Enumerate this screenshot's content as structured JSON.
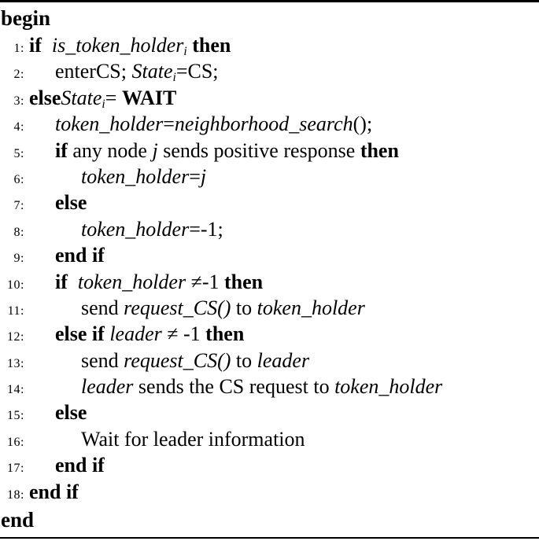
{
  "colors": {
    "background": "#ffffff",
    "text": "#000000",
    "rule": "#000000"
  },
  "algorithm": {
    "begin_label": "begin",
    "end_label": "end",
    "lines": [
      {
        "number": "1:",
        "indent": 1,
        "segments": [
          {
            "text": "if",
            "style": "b"
          },
          {
            "text": "  ",
            "style": "r"
          },
          {
            "text": "is_token_holder",
            "style": "i"
          },
          {
            "text": "i",
            "style": "sub"
          },
          {
            "text": " ",
            "style": "r"
          },
          {
            "text": "then",
            "style": "b"
          }
        ]
      },
      {
        "number": "2:",
        "indent": 2,
        "segments": [
          {
            "text": "enterCS; ",
            "style": "r"
          },
          {
            "text": "State",
            "style": "i"
          },
          {
            "text": "i",
            "style": "sub"
          },
          {
            "text": "=CS;",
            "style": "r"
          }
        ]
      },
      {
        "number": "3:",
        "indent": 1,
        "segments": [
          {
            "text": "else",
            "style": "b"
          },
          {
            "text": "State",
            "style": "i"
          },
          {
            "text": "i",
            "style": "sub"
          },
          {
            "text": "= ",
            "style": "r"
          },
          {
            "text": "WAIT",
            "style": "b"
          }
        ]
      },
      {
        "number": "4:",
        "indent": 2,
        "segments": [
          {
            "text": "token_holder",
            "style": "i"
          },
          {
            "text": "=",
            "style": "r"
          },
          {
            "text": "neighborhood_search",
            "style": "i"
          },
          {
            "text": "();",
            "style": "r"
          }
        ]
      },
      {
        "number": "5:",
        "indent": 2,
        "segments": [
          {
            "text": "if",
            "style": "b"
          },
          {
            "text": " any node ",
            "style": "r"
          },
          {
            "text": "j",
            "style": "i"
          },
          {
            "text": " sends positive response ",
            "style": "r"
          },
          {
            "text": "then",
            "style": "b"
          }
        ]
      },
      {
        "number": "6:",
        "indent": 3,
        "segments": [
          {
            "text": "token_holder",
            "style": "i"
          },
          {
            "text": "=",
            "style": "r"
          },
          {
            "text": "j",
            "style": "i"
          }
        ]
      },
      {
        "number": "7:",
        "indent": 2,
        "segments": [
          {
            "text": "else",
            "style": "b"
          }
        ]
      },
      {
        "number": "8:",
        "indent": 3,
        "segments": [
          {
            "text": "token_holder",
            "style": "i"
          },
          {
            "text": "=-1;",
            "style": "r"
          }
        ]
      },
      {
        "number": "9:",
        "indent": 2,
        "segments": [
          {
            "text": "end if",
            "style": "b"
          }
        ]
      },
      {
        "number": "10:",
        "indent": 2,
        "segments": [
          {
            "text": "if",
            "style": "b"
          },
          {
            "text": "  ",
            "style": "r"
          },
          {
            "text": "token_holder",
            "style": "i"
          },
          {
            "text": " ≠-1 ",
            "style": "r"
          },
          {
            "text": "then",
            "style": "b"
          }
        ]
      },
      {
        "number": "11:",
        "indent": 3,
        "segments": [
          {
            "text": "send ",
            "style": "r"
          },
          {
            "text": "request_CS()",
            "style": "i"
          },
          {
            "text": " to ",
            "style": "r"
          },
          {
            "text": "token_holder",
            "style": "i"
          }
        ]
      },
      {
        "number": "12:",
        "indent": 2,
        "segments": [
          {
            "text": "else if",
            "style": "b"
          },
          {
            "text": " ",
            "style": "r"
          },
          {
            "text": "leader",
            "style": "i"
          },
          {
            "text": " ≠ -1 ",
            "style": "r"
          },
          {
            "text": "then",
            "style": "b"
          }
        ]
      },
      {
        "number": "13:",
        "indent": 3,
        "segments": [
          {
            "text": "send ",
            "style": "r"
          },
          {
            "text": "request_CS()",
            "style": "i"
          },
          {
            "text": " to ",
            "style": "r"
          },
          {
            "text": "leader",
            "style": "i"
          }
        ]
      },
      {
        "number": "14:",
        "indent": 3,
        "segments": [
          {
            "text": "leader",
            "style": "i"
          },
          {
            "text": " sends the CS request to ",
            "style": "r"
          },
          {
            "text": "token_holder",
            "style": "i"
          }
        ]
      },
      {
        "number": "15:",
        "indent": 2,
        "segments": [
          {
            "text": "else",
            "style": "b"
          }
        ]
      },
      {
        "number": "16:",
        "indent": 3,
        "segments": [
          {
            "text": "Wait for leader information",
            "style": "r"
          }
        ]
      },
      {
        "number": "17:",
        "indent": 2,
        "segments": [
          {
            "text": "end if",
            "style": "b"
          }
        ]
      },
      {
        "number": "18:",
        "indent": 1,
        "segments": [
          {
            "text": "end if",
            "style": "b"
          }
        ]
      }
    ]
  }
}
